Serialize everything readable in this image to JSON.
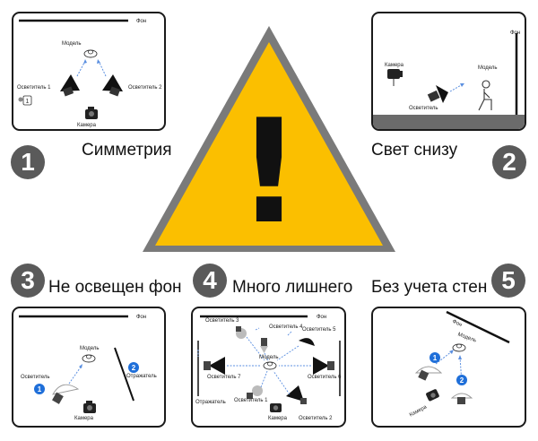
{
  "scenarios": [
    {
      "number": "1",
      "title": "Симметрия",
      "labels": {
        "background": "Фон",
        "model": "Модель",
        "light1": "Осветитель 1",
        "light2": "Осветитель 2",
        "camera": "Камера"
      }
    },
    {
      "number": "2",
      "title": "Свет снизу",
      "labels": {
        "background": "Фон",
        "camera": "Камера",
        "model": "Модель",
        "light": "Осветитель"
      }
    },
    {
      "number": "3",
      "title": "Не освещен фон",
      "labels": {
        "background": "Фон",
        "model": "Модель",
        "light": "Осветитель",
        "reflector": "Отражатель",
        "camera": "Камера",
        "marker1": "1",
        "marker2": "2"
      }
    },
    {
      "number": "4",
      "title": "Много лишнего",
      "labels": {
        "background": "Фон",
        "light3": "Осветитель 3",
        "light4": "Осветитель 4",
        "light5": "Осветитель 5",
        "model": "Модель",
        "light7": "Осветитель 7",
        "light6": "Осветитель 6",
        "light1": "Осветитель 1",
        "reflector": "Отражатель",
        "camera": "Камера",
        "light2": "Осветитель 2"
      }
    },
    {
      "number": "5",
      "title": "Без учета стен",
      "labels": {
        "background": "Фон",
        "model": "Модель",
        "camera": "Камера",
        "marker1": "1",
        "marker2": "2"
      }
    }
  ],
  "warning": {
    "symbol": "!",
    "fill": "#fbbf00",
    "border": "#7a7a7a"
  },
  "colors": {
    "badge": "#5a5a5a",
    "marker": "#1f6fd9",
    "floor": "#6b6b6b",
    "arrow": "#5b8fe0"
  }
}
